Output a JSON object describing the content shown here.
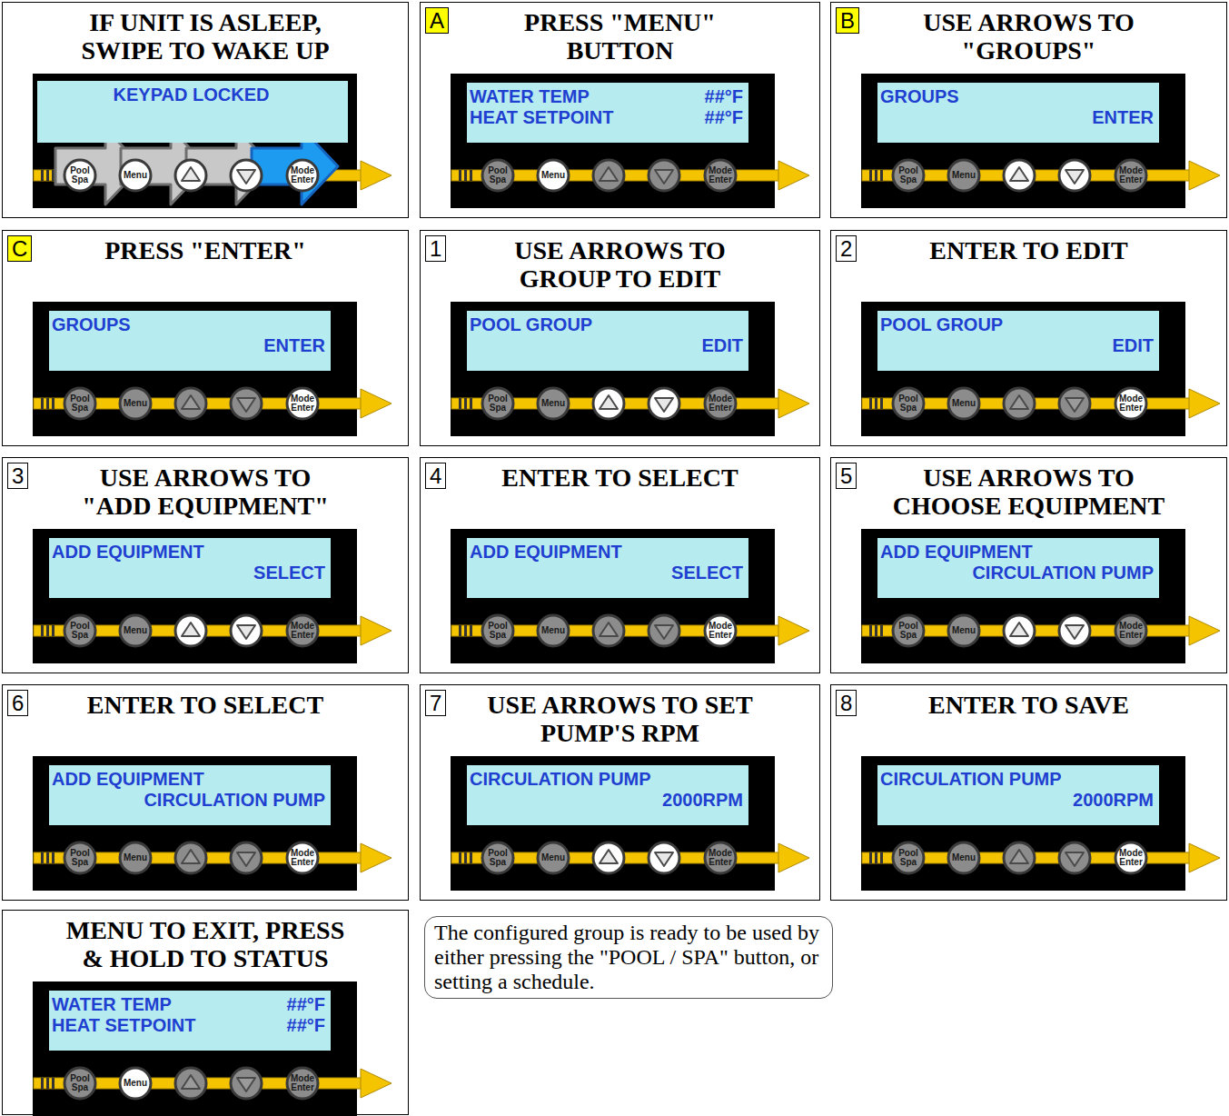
{
  "diagram": {
    "nodes": [
      {
        "text": [
          "IF UNIT IS ASLEEP, SWIPE TO WAKE UP"
        ]
      },
      {
        "text": [
          "KEYPAD LOCKED"
        ],
        "in": 0
      },
      {
        "text": [
          "Pool Spa"
        ],
        "in": 0
      },
      {
        "text": [
          "Menu"
        ],
        "in": 0
      },
      {
        "text": [
          "Mode Enter"
        ],
        "in": 0
      },
      {
        "text": [
          "PRESS \"MENU\" BUTTON"
        ]
      },
      {
        "text": [
          "A"
        ],
        "in": 5
      },
      {
        "text": [
          "WATER TEMP",
          "##°F",
          "HEAT SETPOINT",
          "##°F"
        ],
        "in": 5
      },
      {
        "text": [
          "Pool Spa"
        ],
        "in": 5
      },
      {
        "text": [
          "Menu"
        ],
        "in": 5
      },
      {
        "text": [
          "Mode Enter"
        ],
        "in": 5
      },
      {
        "text": [
          "USE ARROWS TO \"GROUPS\""
        ]
      },
      {
        "text": [
          "B"
        ],
        "in": 11
      },
      {
        "text": [
          "GROUPS",
          "ENTER"
        ],
        "in": 11
      },
      {
        "text": [
          "Pool Spa"
        ],
        "in": 11
      },
      {
        "text": [
          "Menu"
        ],
        "in": 11
      },
      {
        "text": [
          "Mode Enter"
        ],
        "in": 11
      },
      {
        "text": [
          "PRESS \"ENTER\""
        ]
      },
      {
        "text": [
          "C"
        ],
        "in": 17
      },
      {
        "text": [
          "GROUPS",
          "ENTER"
        ],
        "in": 17
      },
      {
        "text": [
          "Pool Spa"
        ],
        "in": 17
      },
      {
        "text": [
          "Menu"
        ],
        "in": 17
      },
      {
        "text": [
          "Mode Enter"
        ],
        "in": 17
      },
      {
        "text": [
          "USE ARROWS TO GROUP TO EDIT"
        ]
      },
      {
        "text": [
          "1"
        ],
        "in": 23
      },
      {
        "text": [
          "POOL GROUP",
          "EDIT"
        ],
        "in": 23
      },
      {
        "text": [
          "Pool Spa"
        ],
        "in": 23
      },
      {
        "text": [
          "Menu"
        ],
        "in": 23
      },
      {
        "text": [
          "Mode Enter"
        ],
        "in": 23
      },
      {
        "text": [
          "ENTER TO EDIT"
        ]
      },
      {
        "text": [
          "2"
        ],
        "in": 29
      },
      {
        "text": [
          "POOL GROUP",
          "EDIT"
        ],
        "in": 29
      },
      {
        "text": [
          "Pool Spa"
        ],
        "in": 29
      },
      {
        "text": [
          "Menu"
        ],
        "in": 29
      },
      {
        "text": [
          "Mode Enter"
        ],
        "in": 29
      },
      {
        "text": [
          "USE ARROWS TO \"ADD EQUIPMENT\""
        ]
      },
      {
        "text": [
          "3"
        ],
        "in": 35
      },
      {
        "text": [
          "ADD EQUIPMENT",
          "SELECT"
        ],
        "in": 35
      },
      {
        "text": [
          "Pool Spa"
        ],
        "in": 35
      },
      {
        "text": [
          "Menu"
        ],
        "in": 35
      },
      {
        "text": [
          "Mode Enter"
        ],
        "in": 35
      },
      {
        "text": [
          "ENTER TO SELECT"
        ]
      },
      {
        "text": [
          "4"
        ],
        "in": 41
      },
      {
        "text": [
          "ADD EQUIPMENT",
          "SELECT"
        ],
        "in": 41
      },
      {
        "text": [
          "Pool Spa"
        ],
        "in": 41
      },
      {
        "text": [
          "Menu"
        ],
        "in": 41
      },
      {
        "text": [
          "Mode Enter"
        ],
        "in": 41
      },
      {
        "text": [
          "USE ARROWS TO CHOOSE EQUIPMENT"
        ]
      },
      {
        "text": [
          "5"
        ],
        "in": 47
      },
      {
        "text": [
          "ADD EQUIPMENT",
          "CIRCULATION PUMP"
        ],
        "in": 47
      },
      {
        "text": [
          "Pool Spa"
        ],
        "in": 47
      },
      {
        "text": [
          "Menu"
        ],
        "in": 47
      },
      {
        "text": [
          "Mode Enter"
        ],
        "in": 47
      },
      {
        "text": [
          "ENTER TO SELECT"
        ]
      },
      {
        "text": [
          "6"
        ],
        "in": 53
      },
      {
        "text": [
          "ADD EQUIPMENT",
          "CIRCULATION PUMP"
        ],
        "in": 53
      },
      {
        "text": [
          "Pool Spa"
        ],
        "in": 53
      },
      {
        "text": [
          "Menu"
        ],
        "in": 53
      },
      {
        "text": [
          "Mode Enter"
        ],
        "in": 53
      },
      {
        "text": [
          "USE ARROWS TO SET PUMP'S RPM"
        ]
      },
      {
        "text": [
          "7"
        ],
        "in": 59
      },
      {
        "text": [
          "CIRCULATION PUMP",
          "2000RPM"
        ],
        "in": 59
      },
      {
        "text": [
          "Pool Spa"
        ],
        "in": 59
      },
      {
        "text": [
          "Menu"
        ],
        "in": 59
      },
      {
        "text": [
          "Mode Enter"
        ],
        "in": 59
      },
      {
        "text": [
          "ENTER TO SAVE"
        ]
      },
      {
        "text": [
          "8"
        ],
        "in": 65
      },
      {
        "text": [
          "CIRCULATION PUMP",
          "2000RPM"
        ],
        "in": 65
      },
      {
        "text": [
          "Pool Spa"
        ],
        "in": 65
      },
      {
        "text": [
          "Menu"
        ],
        "in": 65
      },
      {
        "text": [
          "Mode Enter"
        ],
        "in": 65
      },
      {
        "text": [
          "MENU TO EXIT, PRESS & HOLD TO STATUS"
        ]
      },
      {
        "text": [
          "WATER TEMP",
          "##°F",
          "HEAT SETPOINT",
          "##°F"
        ],
        "in": 71
      },
      {
        "text": [
          "Pool Spa"
        ],
        "in": 71
      },
      {
        "text": [
          "Menu"
        ],
        "in": 71
      },
      {
        "text": [
          "Mode Enter"
        ],
        "in": 71
      },
      {
        "text": [
          "The configured group is ready to be used by either pressing the \"POOL / SPA\" button, or setting a schedule."
        ]
      }
    ]
  }
}
